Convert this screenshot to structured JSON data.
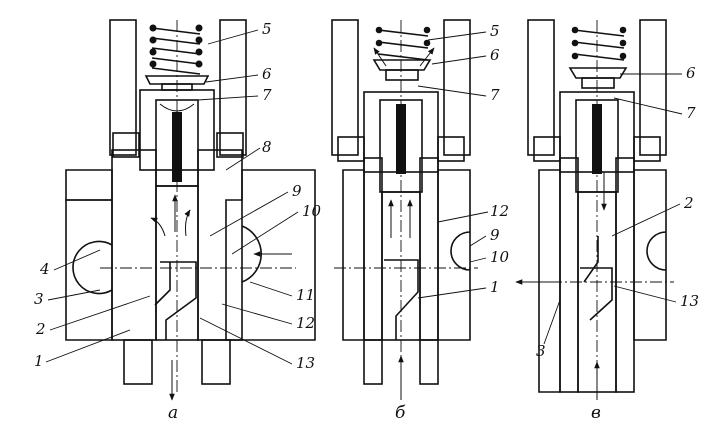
{
  "panels": [
    {
      "caption": "а",
      "labels": [
        "1",
        "2",
        "3",
        "4",
        "5",
        "6",
        "7",
        "8",
        "9",
        "10",
        "11",
        "12",
        "13"
      ]
    },
    {
      "caption": "б",
      "labels": [
        "1",
        "5",
        "6",
        "7",
        "9",
        "10",
        "12"
      ]
    },
    {
      "caption": "в",
      "labels": [
        "2",
        "3",
        "6",
        "7",
        "13"
      ]
    }
  ],
  "colors": {
    "ink": "#111111",
    "paper": "#ffffff"
  }
}
